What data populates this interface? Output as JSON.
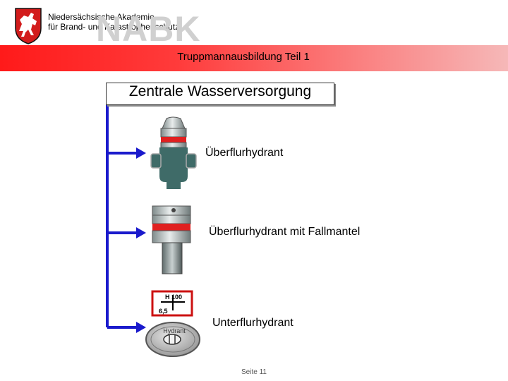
{
  "header": {
    "org_line1": "Niedersächsische Akademie",
    "org_line2": "für Brand- und Katastrophenschutz",
    "watermark": "NABK",
    "subtitle": "Truppmannausbildung Teil 1",
    "band_color": "#ff1a1a",
    "logo_icon": "lower-saxony-horse-crest-icon"
  },
  "slide": {
    "heading": "Zentrale Wasserversorgung",
    "items": [
      {
        "label": "Überflurhydrant",
        "icon": "ueberflurhydrant-icon"
      },
      {
        "label": "Überflurhydrant mit Fallmantel",
        "icon": "fallmantel-hydrant-icon"
      },
      {
        "label": "Unterflurhydrant",
        "icon": "unterflurhydrant-icon"
      }
    ],
    "sign_line1": "H 100",
    "sign_line2": "6,5",
    "cover_text": "Hydrant",
    "pipe_color": "#1a1acc"
  },
  "footer": {
    "page": "Seite 11"
  }
}
